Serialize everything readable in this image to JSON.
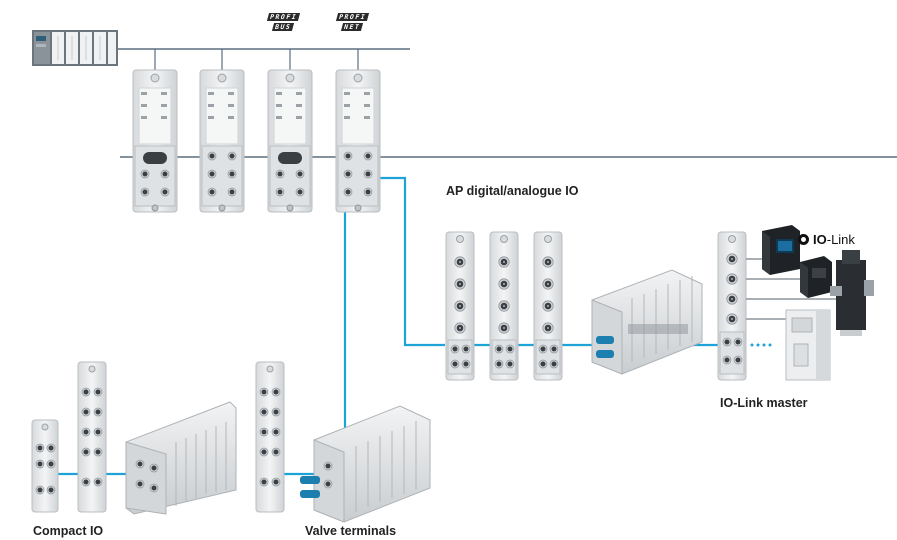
{
  "labels": {
    "ap_io": "AP digital/analogue IO",
    "iolink_master": "IO-Link master",
    "compact_io": "Compact IO",
    "valve_terminals": "Valve terminals"
  },
  "bus_logos": {
    "profibus_top": "PROFI",
    "profibus_bottom": "BUS",
    "profinet_top": "PROFI",
    "profinet_bottom": "NET"
  },
  "iolink_logo": {
    "io": "IO",
    "link": "-Link"
  },
  "colors": {
    "bus_line": "#5b6f80",
    "link_line": "#1da3d6",
    "module_body": "#e9ebec",
    "module_edge": "#b9bec2",
    "connector": "#3a3f44",
    "sensor_dark": "#1f2226"
  }
}
